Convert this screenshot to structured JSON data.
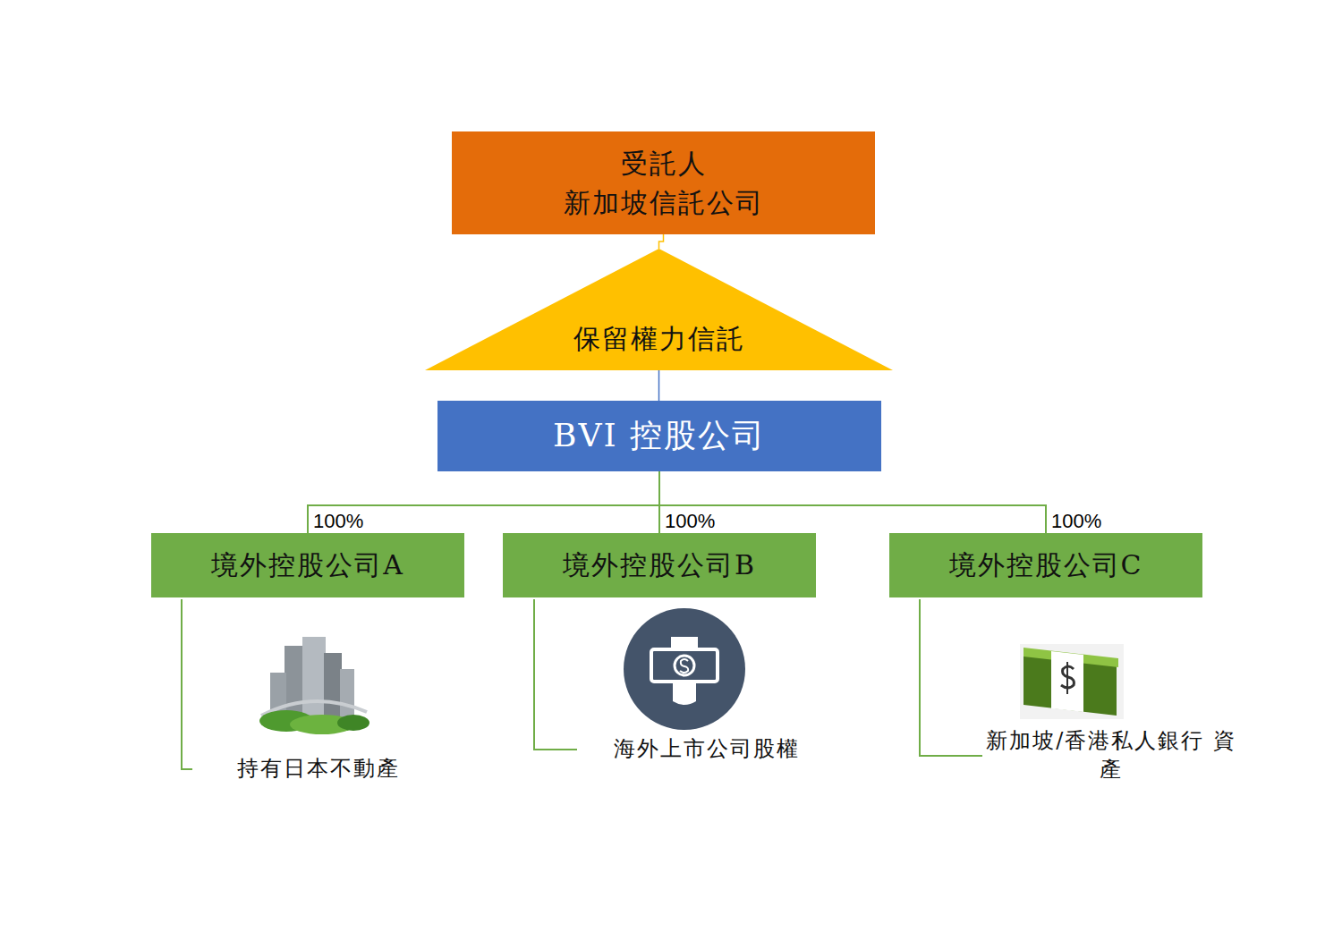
{
  "diagram": {
    "nodes": [
      {
        "text": [
          "受託人",
          "新加坡信託公司"
        ]
      },
      {
        "text": [
          "保留權力信託"
        ]
      },
      {
        "text": [
          "BVI 控股公司"
        ]
      },
      {
        "text": [
          "境外控股公司A"
        ]
      },
      {
        "text": [
          "境外控股公司B"
        ]
      },
      {
        "text": [
          "境外控股公司C"
        ]
      }
    ],
    "edges": [
      {
        "from": 0,
        "to": 1,
        "arrow": "none"
      },
      {
        "from": 1,
        "to": 2,
        "arrow": "none"
      },
      {
        "from": 2,
        "to": 3,
        "label": "100%",
        "arrow": "none"
      },
      {
        "from": 2,
        "to": 4,
        "label": "100%",
        "arrow": "none"
      },
      {
        "from": 2,
        "to": 5,
        "label": "100%",
        "arrow": "none"
      }
    ],
    "labels": [
      "持有日本不動產",
      "海外上市公司股權",
      "新加坡/香港私人銀行 資產"
    ]
  }
}
